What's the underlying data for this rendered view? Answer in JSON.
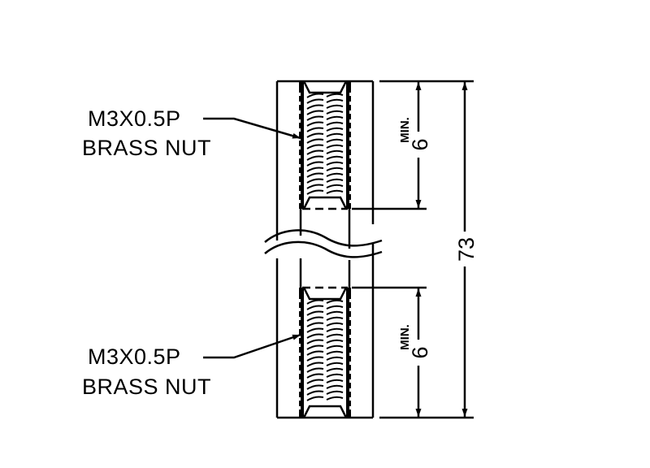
{
  "drawing": {
    "colors": {
      "line": "#000000",
      "background": "#ffffff"
    },
    "callouts": [
      {
        "line1": "M3X0.5P",
        "line2": "BRASS NUT"
      },
      {
        "line1": "M3X0.5P",
        "line2": "BRASS NUT"
      }
    ],
    "dimensions": {
      "overall_length": "73",
      "thread_depth_top": {
        "value": "6",
        "qualifier": "MIN."
      },
      "thread_depth_bottom": {
        "value": "6",
        "qualifier": "MIN."
      }
    }
  }
}
